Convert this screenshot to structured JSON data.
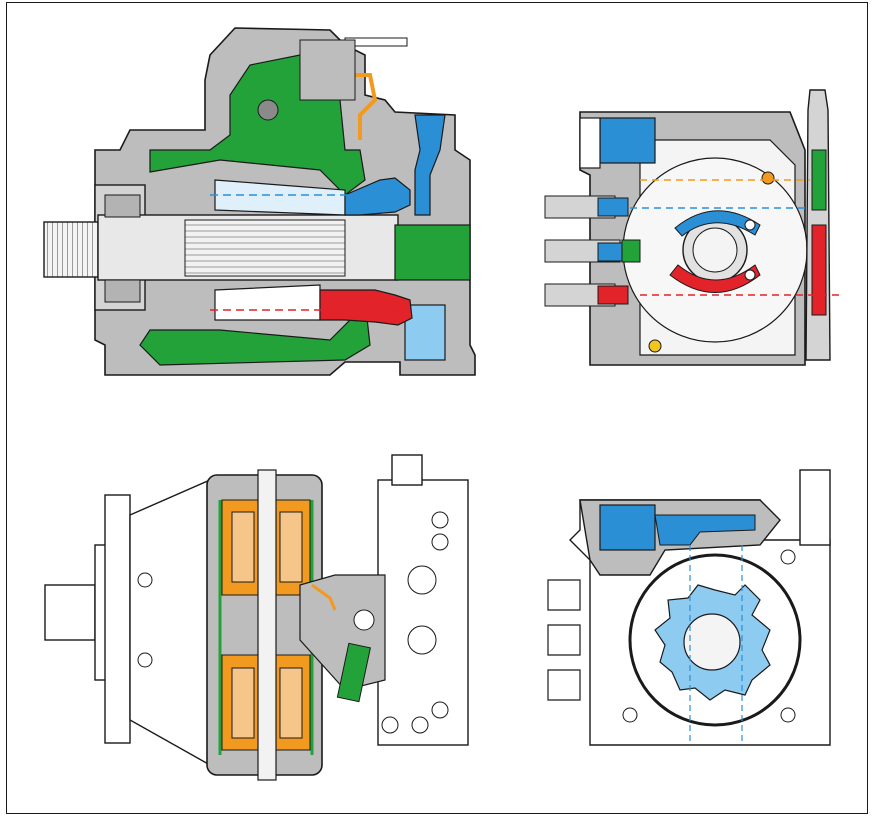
{
  "colors": {
    "housing": "#bdbdbd",
    "housing_dark": "#8a8a8a",
    "leakage_case": "#23a23a",
    "low_pressure": "#2b8fd6",
    "low_pressure_light": "#8ecbf0",
    "high_pressure": "#e2232a",
    "control_pressure": "#f29a1f",
    "outline": "#1a1a1a"
  },
  "views": [
    {
      "id": "longitudinal-section"
    },
    {
      "id": "rear-cross-section"
    },
    {
      "id": "top-view-with-control-section"
    },
    {
      "id": "rear-view-with-gear-section"
    }
  ]
}
